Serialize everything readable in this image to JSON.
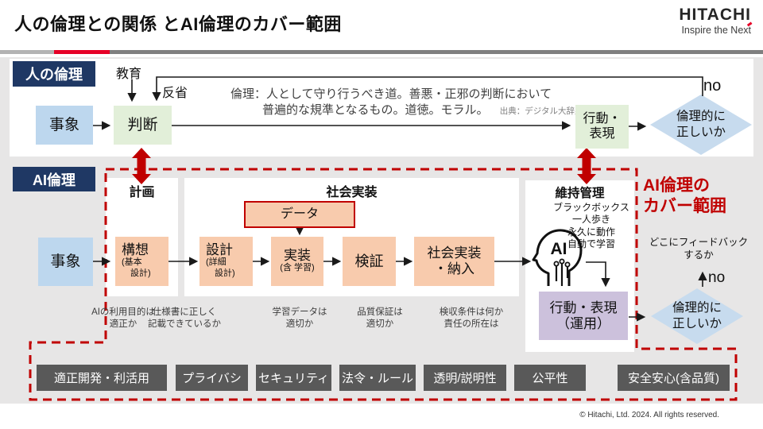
{
  "slide": {
    "title": "人の倫理との関係 とAI倫理のカバー範囲",
    "footer": "© Hitachi, Ltd. 2024. All rights reserved."
  },
  "logo": {
    "brand": "HITACHI",
    "tagline": "Inspire the Next"
  },
  "human": {
    "label": "人の倫理",
    "education": "教育",
    "reflection": "反省",
    "def1": "倫理：人として守り行うべき道。善悪・正邪の判断において",
    "def2": "普遍的な規準となるもの。道徳。モラル。",
    "source": "出典：デジタル大辞泉",
    "event": "事象",
    "judge": "判断",
    "action": "行動・\n表現",
    "diamond": "倫理的に\n正しいか",
    "no": "no"
  },
  "ai": {
    "label": "AI倫理",
    "event": "事象",
    "plan_header": "計画",
    "impl_header": "社会実装",
    "maint_header": "維持管理",
    "data_box": "データ",
    "koso_main": "構想",
    "koso_sub": "(基本\n　設計)",
    "sekkei_main": "設計",
    "sekkei_sub": "(詳細\n　設計)",
    "jisso_main": "実装",
    "jisso_sub": "(含 学習)",
    "kensho": "検証",
    "nonyu": "社会実装\n・納入",
    "captions": [
      "AIの利用目的は\n適正か",
      "仕様書に正しく\n記載できているか",
      "学習データは\n適切か",
      "品質保証は\n適切か",
      "検収条件は何か\n責任の所在は"
    ],
    "head_label": "AI",
    "blackbox": "ブラックボックス\n一人歩き\n永久に動作\n自動で学習",
    "unyo": "行動・表現\n（運用）",
    "diamond": "倫理的に\n正しいか",
    "no": "no",
    "feedback_q": "どこにフィードバック\nするか",
    "coverage": "AI倫理の\nカバー範囲",
    "principles": [
      "適正開発・利活用",
      "プライバシ",
      "セキュリティ",
      "法令・ルール",
      "透明/説明性",
      "公平性",
      "安全安心(含品質)"
    ]
  },
  "colors": {
    "accent_red": "#C00000",
    "brand_red": "#E60027",
    "navy": "#1F3864",
    "peach": "#F8CBAD",
    "green": "#E2EFD9",
    "blue": "#BDD7EE",
    "purple": "#CCC1DC",
    "gray_box": "#595959"
  }
}
